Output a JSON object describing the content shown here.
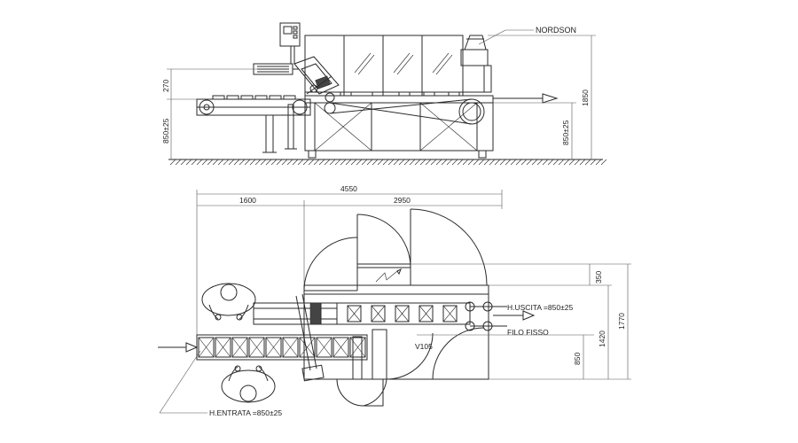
{
  "side_view": {
    "label_nordson": "NORDSON",
    "dim_270": "270",
    "dim_850_left": "850±25",
    "dim_850_right": "850±25",
    "dim_1850": "1850"
  },
  "top_view": {
    "dim_4550": "4550",
    "dim_1600": "1600",
    "dim_2950": "2950",
    "dim_350": "350",
    "dim_1420": "1420",
    "dim_1770": "1770",
    "dim_850": "850",
    "label_uscita": "H.USCITA =850±25",
    "label_filo": "FILO FISSO",
    "label_v105": "V105",
    "label_entrata": "H.ENTRATA =850±25"
  },
  "colors": {
    "line": "#2a2a2a",
    "dim": "#555555",
    "background": "#ffffff"
  }
}
